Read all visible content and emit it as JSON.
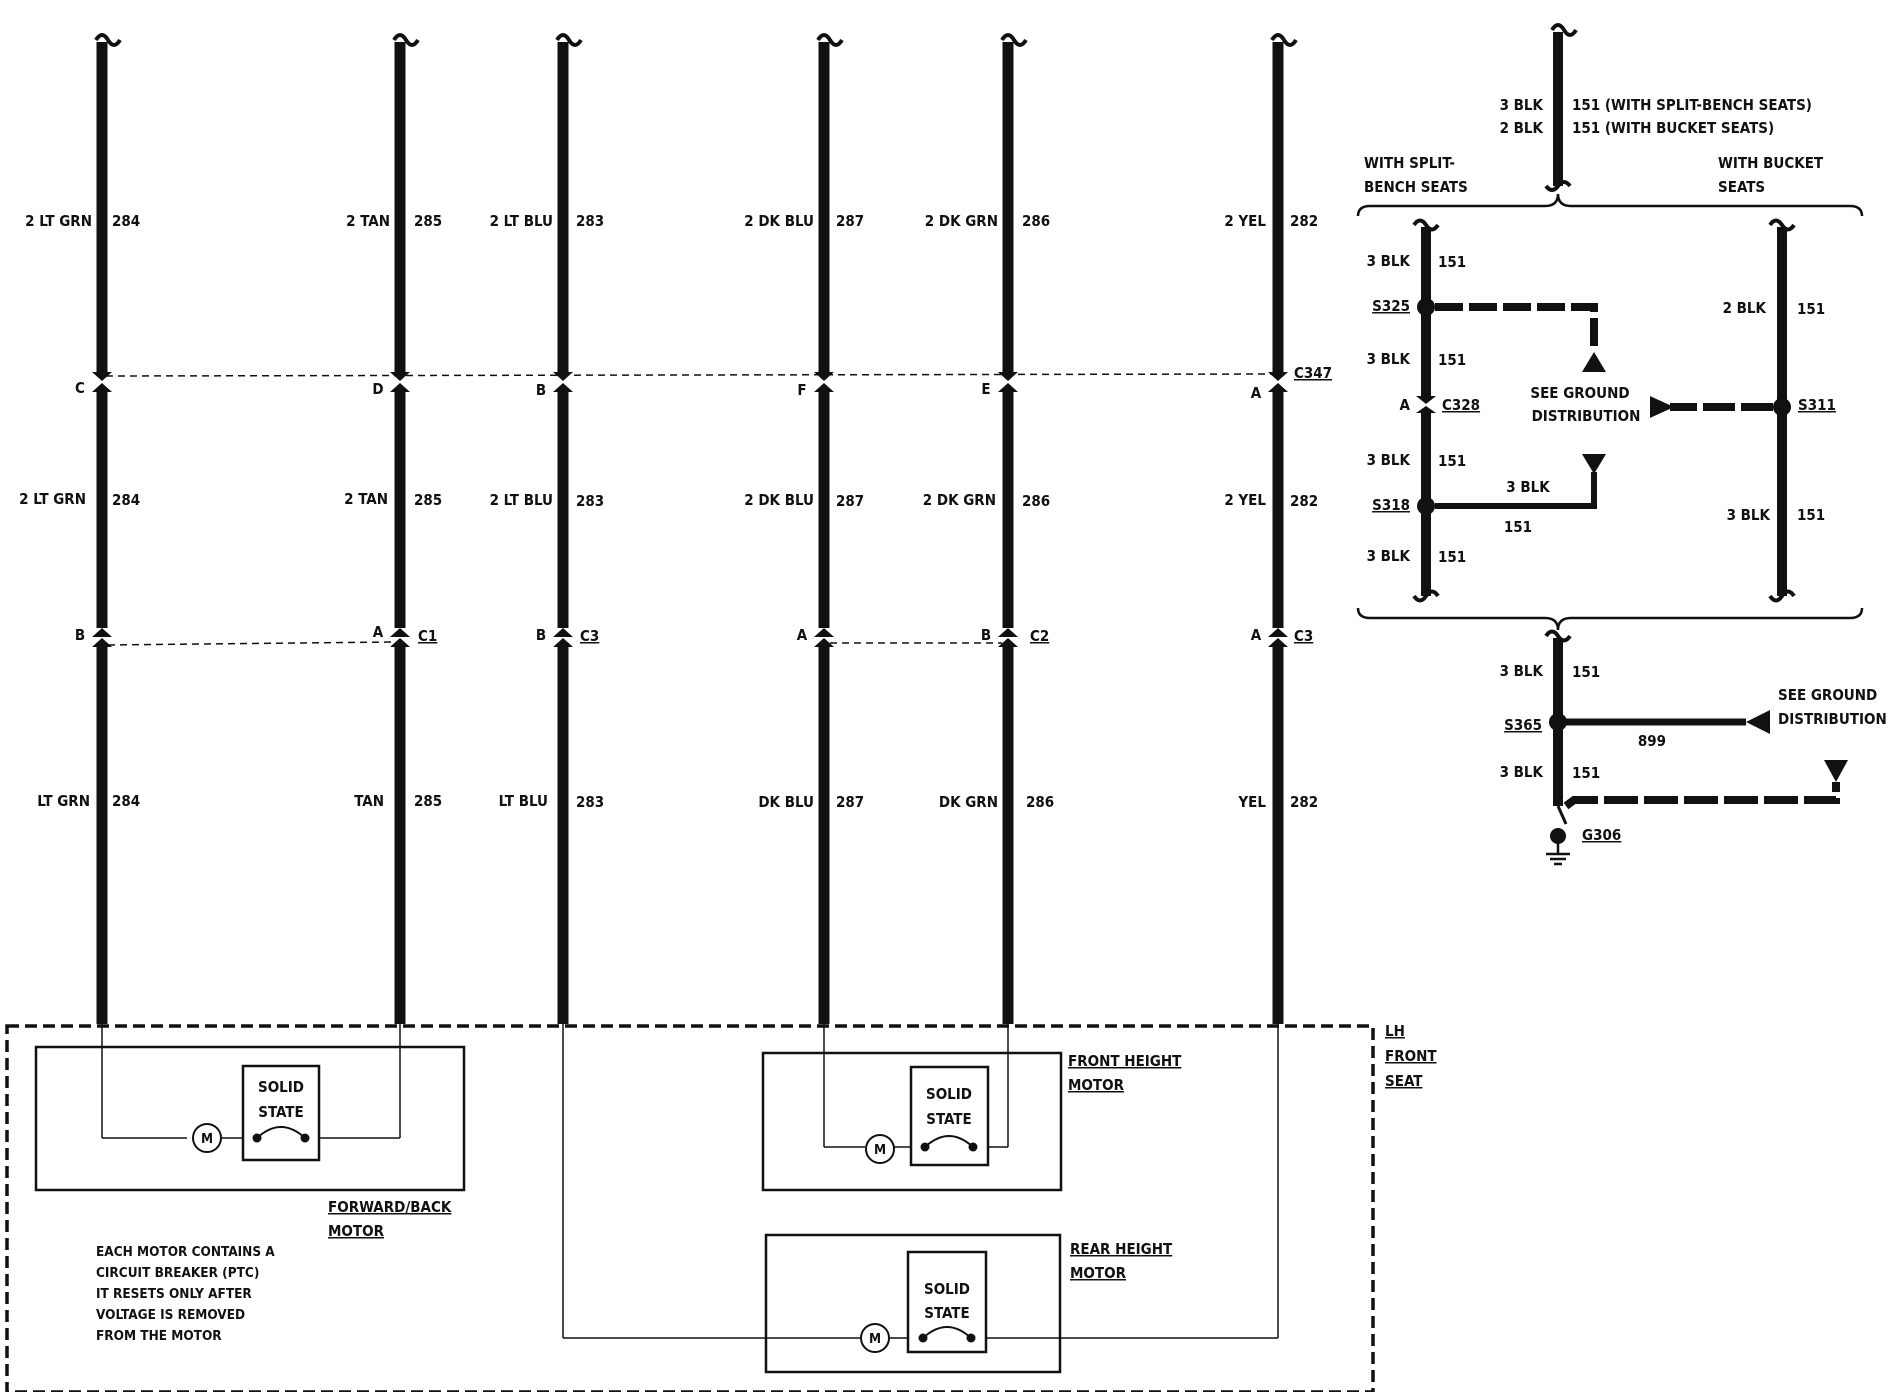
{
  "wires": {
    "w1": {
      "upper_color": "2 LT GRN",
      "upper_circuit": "284",
      "mid_color": "2 LT GRN",
      "mid_circuit": "284",
      "lower_color": "LT GRN",
      "lower_circuit": "284",
      "c347_pin": "C",
      "bottom_pin": "B"
    },
    "w2": {
      "upper_color": "2 TAN",
      "upper_circuit": "285",
      "mid_color": "2 TAN",
      "mid_circuit": "285",
      "lower_color": "TAN",
      "lower_circuit": "285",
      "c347_pin": "D",
      "bottom_pin": "A",
      "bottom_connector": "C1"
    },
    "w3": {
      "upper_color": "2 LT BLU",
      "upper_circuit": "283",
      "mid_color": "2 LT BLU",
      "mid_circuit": "283",
      "lower_color": "LT BLU",
      "lower_circuit": "283",
      "c347_pin": "B",
      "bottom_pin": "B",
      "bottom_connector": "C3"
    },
    "w4": {
      "upper_color": "2 DK BLU",
      "upper_circuit": "287",
      "mid_color": "2 DK BLU",
      "mid_circuit": "287",
      "lower_color": "DK BLU",
      "lower_circuit": "287",
      "c347_pin": "F",
      "bottom_pin": "A"
    },
    "w5": {
      "upper_color": "2 DK GRN",
      "upper_circuit": "286",
      "mid_color": "2 DK GRN",
      "mid_circuit": "286",
      "lower_color": "DK GRN",
      "lower_circuit": "286",
      "c347_pin": "E",
      "bottom_pin": "B",
      "bottom_connector": "C2"
    },
    "w6": {
      "upper_color": "2 YEL",
      "upper_circuit": "282",
      "mid_color": "2 YEL",
      "mid_circuit": "282",
      "lower_color": "YEL",
      "lower_circuit": "282",
      "c347_pin": "A",
      "bottom_pin": "A",
      "bottom_connector": "C3"
    }
  },
  "connector_c347": "C347",
  "ground": {
    "top_line1_color": "3 BLK",
    "top_line1_text": "151 (WITH SPLIT-BENCH SEATS)",
    "top_line2_color": "2 BLK",
    "top_line2_text": "151 (WITH BUCKET SEATS)",
    "split_bench_line1": "WITH SPLIT-",
    "split_bench_line2": "BENCH SEATS",
    "bucket_line1": "WITH BUCKET",
    "bucket_line2": "SEATS",
    "lw1_color": "3 BLK",
    "lw1_circuit": "151",
    "s325": "S325",
    "lw2_color": "3 BLK",
    "lw2_circuit": "151",
    "c328_pin": "A",
    "c328": "C328",
    "lw3_color": "3 BLK",
    "lw3_circuit": "151",
    "s318": "S318",
    "lw4_color": "3 BLK",
    "lw4_circuit": "151",
    "branch_color": "3 BLK",
    "branch_circuit": "151",
    "see_ground_1": "SEE GROUND",
    "see_ground_2": "DISTRIBUTION",
    "rw1_color": "2 BLK",
    "rw1_circuit": "151",
    "s311": "S311",
    "rw2_color": "3 BLK",
    "rw2_circuit": "151",
    "bw1_color": "3 BLK",
    "bw1_circuit": "151",
    "s365": "S365",
    "h899": "899",
    "see_ground2_1": "SEE GROUND",
    "see_ground2_2": "DISTRIBUTION",
    "bw2_color": "3 BLK",
    "bw2_circuit": "151",
    "g306": "G306"
  },
  "seat": {
    "label_line1": "LH",
    "label_line2": "FRONT",
    "label_line3": "SEAT",
    "fb_motor_line1": "FORWARD/BACK",
    "fb_motor_line2": "MOTOR",
    "front_motor_line1": "FRONT HEIGHT",
    "front_motor_line2": "MOTOR",
    "rear_motor_line1": "REAR HEIGHT",
    "rear_motor_line2": "MOTOR",
    "solid_state_line1": "SOLID",
    "solid_state_line2": "STATE",
    "motor_symbol": "M",
    "note_lines": [
      "EACH MOTOR CONTAINS A",
      "CIRCUIT BREAKER (PTC)",
      "IT RESETS ONLY AFTER",
      "VOLTAGE IS REMOVED",
      "FROM THE MOTOR"
    ]
  }
}
